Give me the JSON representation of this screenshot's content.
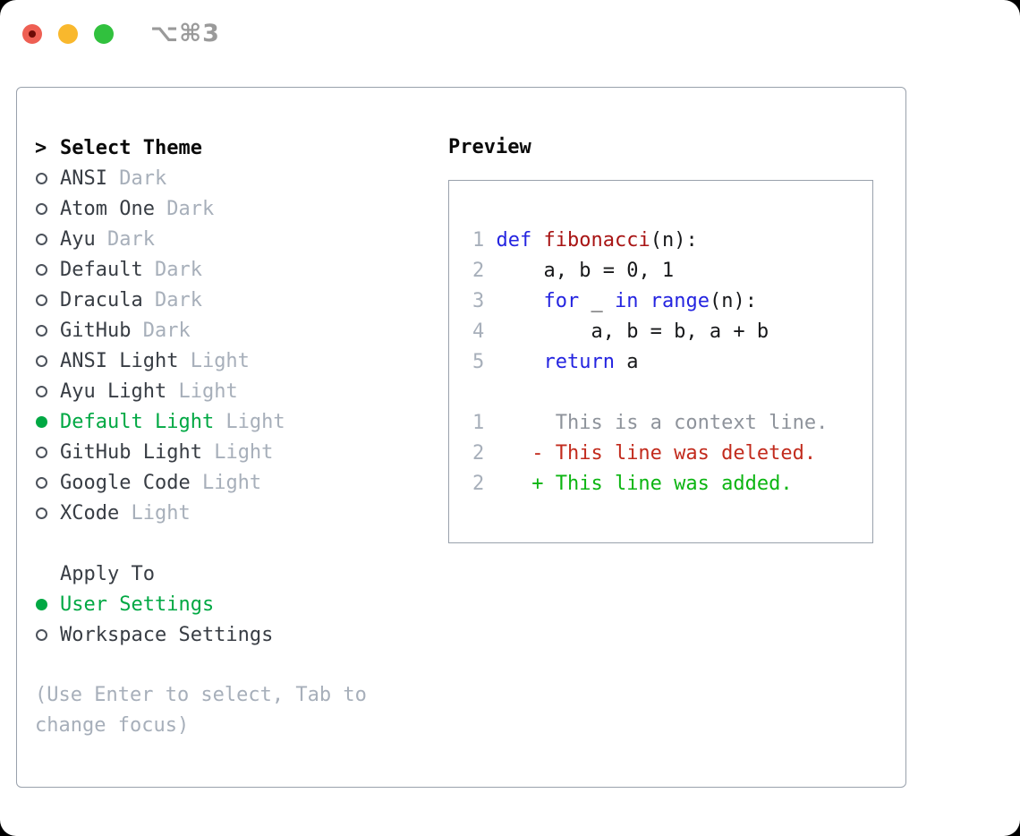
{
  "window": {
    "title": "⌥⌘3"
  },
  "titlebar": {
    "buttons": [
      {
        "name": "close-button",
        "icon": "red-circle-with-dot"
      },
      {
        "name": "minimize-button",
        "icon": "yellow-circle"
      },
      {
        "name": "zoom-button",
        "icon": "green-circle"
      }
    ]
  },
  "theme_list": {
    "cursor": ">",
    "header": "Select Theme",
    "items": [
      {
        "name": "ANSI",
        "variant": "Dark",
        "selected": false
      },
      {
        "name": "Atom One",
        "variant": "Dark",
        "selected": false
      },
      {
        "name": "Ayu",
        "variant": "Dark",
        "selected": false
      },
      {
        "name": "Default",
        "variant": "Dark",
        "selected": false
      },
      {
        "name": "Dracula",
        "variant": "Dark",
        "selected": false
      },
      {
        "name": "GitHub",
        "variant": "Dark",
        "selected": false
      },
      {
        "name": "ANSI Light",
        "variant": "Light",
        "selected": false
      },
      {
        "name": "Ayu Light",
        "variant": "Light",
        "selected": false
      },
      {
        "name": "Default Light",
        "variant": "Light",
        "selected": true
      },
      {
        "name": "GitHub Light",
        "variant": "Light",
        "selected": false
      },
      {
        "name": "Google Code",
        "variant": "Light",
        "selected": false
      },
      {
        "name": "XCode",
        "variant": "Light",
        "selected": false
      }
    ]
  },
  "apply_to": {
    "header": "Apply To",
    "options": [
      {
        "label": "User Settings",
        "selected": true
      },
      {
        "label": "Workspace Settings",
        "selected": false
      }
    ]
  },
  "help": {
    "lines": [
      "(Use Enter to select, Tab to",
      "change focus)"
    ]
  },
  "preview": {
    "header": "Preview",
    "code_lines": [
      {
        "num": "1",
        "segments": [
          {
            "text": "def",
            "color": "keyword"
          },
          {
            "text": " ",
            "color": "plain"
          },
          {
            "text": "fibonacci",
            "color": "function"
          },
          {
            "text": "(n):",
            "color": "plain"
          }
        ]
      },
      {
        "num": "2",
        "segments": [
          {
            "text": "    a, b = 0, 1",
            "color": "plain"
          }
        ]
      },
      {
        "num": "3",
        "segments": [
          {
            "text": "    ",
            "color": "plain"
          },
          {
            "text": "for",
            "color": "keyword"
          },
          {
            "text": " _ ",
            "color": "plain"
          },
          {
            "text": "in",
            "color": "keyword"
          },
          {
            "text": " ",
            "color": "plain"
          },
          {
            "text": "range",
            "color": "keyword"
          },
          {
            "text": "(n):",
            "color": "plain"
          }
        ]
      },
      {
        "num": "4",
        "segments": [
          {
            "text": "        a, b = b, a + b",
            "color": "plain"
          }
        ]
      },
      {
        "num": "5",
        "segments": [
          {
            "text": "    ",
            "color": "plain"
          },
          {
            "text": "return",
            "color": "keyword"
          },
          {
            "text": " a",
            "color": "plain"
          }
        ]
      }
    ],
    "diff_lines": [
      {
        "num": "1",
        "marker": " ",
        "text": "This is a context line.",
        "type": "context"
      },
      {
        "num": "2",
        "marker": "-",
        "text": "This line was deleted.",
        "type": "deleted"
      },
      {
        "num": "2",
        "marker": "+",
        "text": "This line was added.",
        "type": "added"
      }
    ]
  },
  "colors": {
    "accent_green": "#00a843",
    "added_green": "#0cb512",
    "deleted_red": "#c22b1d",
    "function_red": "#a81414",
    "keyword_blue": "#2424e0",
    "muted_gray": "#a7afba",
    "context_gray": "#8e939b",
    "text_dark": "#383d44",
    "border_gray": "#99a1ac"
  }
}
